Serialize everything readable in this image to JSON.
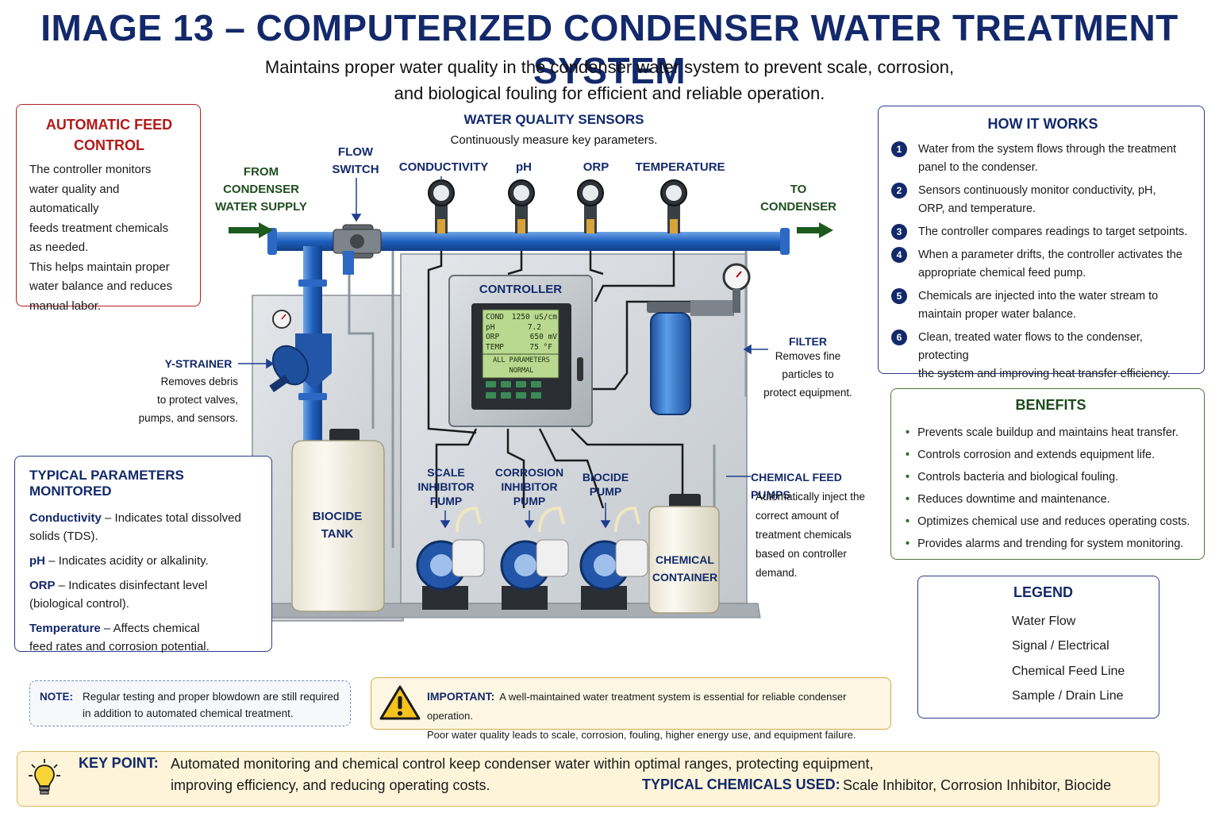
{
  "title": "IMAGE 13 – COMPUTERIZED CONDENSER WATER TREATMENT SYSTEM",
  "subtitle": {
    "line1": "Maintains proper water quality in the condenser water system to prevent scale, corrosion,",
    "line2": "and biological fouling for efficient and reliable operation."
  },
  "automatic_feed": {
    "title_line1": "AUTOMATIC FEED",
    "title_line2": "CONTROL",
    "lines": [
      "The controller monitors",
      "water quality and automatically",
      "feeds treatment chemicals",
      "as needed.",
      "This helps maintain proper",
      "water balance and reduces",
      "manual labor."
    ]
  },
  "typical_parameters": {
    "title": "TYPICAL PARAMETERS MONITORED",
    "items": [
      {
        "name": "Conductivity",
        "text1": "Indicates total dissolved",
        "text2": "solids (TDS)."
      },
      {
        "name": "pH",
        "text1": "Indicates acidity or alkalinity.",
        "text2": ""
      },
      {
        "name": "ORP",
        "text1": "Indicates disinfectant level",
        "text2": "(biological control)."
      },
      {
        "name": "Temperature",
        "text1": "Affects chemical",
        "text2": "feed rates and corrosion potential."
      }
    ]
  },
  "how_it_works": {
    "title": "HOW IT WORKS",
    "steps": [
      {
        "n": "1",
        "line1": "Water from the system flows through the treatment",
        "line2": "panel to the condenser."
      },
      {
        "n": "2",
        "line1": "Sensors continuously monitor conductivity, pH,",
        "line2": "ORP, and temperature."
      },
      {
        "n": "3",
        "line1": "The controller compares readings to target setpoints.",
        "line2": ""
      },
      {
        "n": "4",
        "line1": "When a parameter drifts, the controller activates the",
        "line2": "appropriate chemical feed pump."
      },
      {
        "n": "5",
        "line1": "Chemicals are injected into the water stream to",
        "line2": "maintain proper water balance."
      },
      {
        "n": "6",
        "line1": "Clean, treated water flows to the condenser, protecting",
        "line2": "the system and improving heat transfer efficiency."
      }
    ]
  },
  "benefits": {
    "title": "BENEFITS",
    "items": [
      "Prevents scale buildup and maintains heat transfer.",
      "Controls corrosion and extends equipment life.",
      "Controls bacteria and biological fouling.",
      "Reduces downtime and maintenance.",
      "Optimizes chemical use and reduces operating costs.",
      "Provides alarms and trending for system monitoring."
    ]
  },
  "legend": {
    "title": "LEGEND",
    "items": [
      {
        "label": "Water Flow",
        "icon": "water-flow-arrow",
        "color": "#1f4fa0"
      },
      {
        "label": "Signal / Electrical",
        "icon": "solid-black-line",
        "color": "#111111"
      },
      {
        "label": "Chemical Feed Line",
        "icon": "cream-tube",
        "color": "#f3ecc8"
      },
      {
        "label": "Sample / Drain Line",
        "icon": "dashed-line",
        "color": "#111111"
      }
    ]
  },
  "note": {
    "label": "NOTE:",
    "line1": "Regular testing and proper blowdown are still required",
    "line2": "in addition to automated chemical treatment."
  },
  "important": {
    "label": "IMPORTANT:",
    "line1": "A well-maintained water treatment system is essential for reliable condenser operation.",
    "line2": "Poor water quality leads to scale, corrosion, fouling, higher energy use, and equipment failure."
  },
  "key_point": {
    "label": "KEY POINT:",
    "line1": "Automated monitoring and chemical control keep condenser water within optimal ranges, protecting equipment,",
    "line2": "improving efficiency, and reducing operating costs.",
    "chem_label": "TYPICAL CHEMICALS USED:",
    "chem_text": "Scale Inhibitor, Corrosion Inhibitor, Biocide"
  },
  "diagram": {
    "sensors_title": "WATER QUALITY SENSORS",
    "sensors_desc": "Continuously measure key parameters.",
    "flow_switch": [
      "FLOW",
      "SWITCH"
    ],
    "from_supply": [
      "FROM",
      "CONDENSER",
      "WATER SUPPLY"
    ],
    "to_condenser": [
      "TO",
      "CONDENSER"
    ],
    "sensor_labels": [
      "CONDUCTIVITY",
      "pH",
      "ORP",
      "TEMPERATURE"
    ],
    "controller": {
      "title": "CONTROLLER",
      "readings": [
        {
          "k": "COND",
          "v": "1250 uS/cm"
        },
        {
          "k": "pH",
          "v": "7.2"
        },
        {
          "k": "ORP",
          "v": "650 mV"
        },
        {
          "k": "TEMP",
          "v": "75 °F"
        }
      ],
      "status1": "ALL PARAMETERS",
      "status2": "NORMAL"
    },
    "y_strainer": {
      "title": "Y-STRAINER",
      "lines": [
        "Removes debris",
        "to protect valves,",
        "pumps, and sensors."
      ]
    },
    "filter": {
      "title": "FILTER",
      "lines": [
        "Removes fine",
        "particles to",
        "protect equipment."
      ]
    },
    "chem_pumps": {
      "title": "CHEMICAL FEED PUMPS",
      "lines": [
        "Automatically inject the",
        "correct amount of",
        "treatment chemicals",
        "based on controller",
        "demand."
      ]
    },
    "biocide_tank": [
      "BIOCIDE",
      "TANK"
    ],
    "chemical_container": [
      "CHEMICAL",
      "CONTAINER"
    ],
    "pumps": [
      {
        "l1": "SCALE",
        "l2": "INHIBITOR",
        "l3": "PUMP"
      },
      {
        "l1": "CORROSION",
        "l2": "INHIBITOR",
        "l3": "PUMP"
      },
      {
        "l1": "BIOCIDE",
        "l2": "PUMP",
        "l3": ""
      }
    ]
  }
}
